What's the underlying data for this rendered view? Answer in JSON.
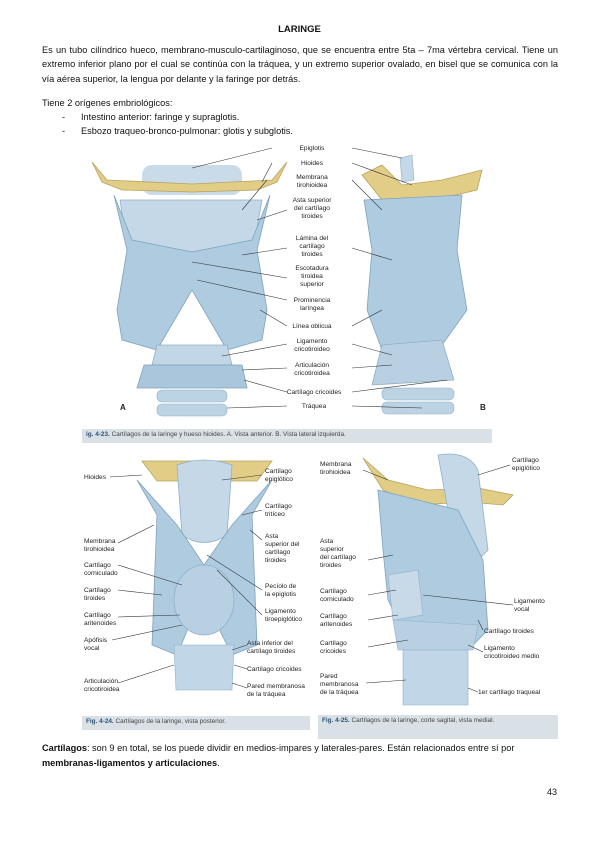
{
  "title": "LARINGE",
  "intro": "Es un tubo cilíndrico hueco, membrano-musculo-cartilaginoso, que se encuentra entre 5ta – 7ma vértebra cervical. Tiene un extremo inferior plano por el cual se continúa con la tráquea, y un extremo superior ovalado, en bisel que se comunica con la vía aérea superior, la lengua por delante y la faringe por detrás.",
  "origins_heading": "Tiene 2 orígenes embriológicos:",
  "origins": [
    "Intestino anterior: faringe y supraglotis.",
    "Esbozo traqueo-bronco-pulmonar: glotis y subglotis."
  ],
  "fig423": {
    "labels": {
      "epiglotis": "Epiglotis",
      "hioides": "Hioides",
      "membrana": [
        "Membrana",
        "tirohioidea"
      ],
      "asta_superior": [
        "Asta superior",
        "del cartílago",
        "tiroides"
      ],
      "lamina": [
        "Lámina del",
        "cartílago",
        "tiroides"
      ],
      "escotadura": [
        "Escotadura",
        "tiroidea",
        "superior"
      ],
      "prominencia": [
        "Prominencia",
        "laríngea"
      ],
      "linea_oblicua": "Línea oblicua",
      "ligamento": [
        "Ligamento",
        "cricotiroideo"
      ],
      "articulacion": [
        "Articulación",
        "cricotiroidea"
      ],
      "cricoides": "Cartílago cricoides",
      "traquea": "Tráquea",
      "a": "A",
      "b": "B"
    },
    "caption_num": "ig. 4-23.",
    "caption_text": "Cartílagos de la laringe y hueso hioides. A. Vista anterior. B. Vista lateral izquierda."
  },
  "fig424": {
    "labels": {
      "hioides": "Hioides",
      "membrana": [
        "Membrana",
        "tirohioidea"
      ],
      "corniculado": [
        "Cartílago",
        "corniculado"
      ],
      "tiroides": [
        "Cartílago",
        "tiroides"
      ],
      "aritenoides": [
        "Cartílago",
        "aritenoides"
      ],
      "apofisis": [
        "Apófisis",
        "vocal"
      ],
      "articulacion": [
        "Articulación",
        "cricotiroidea"
      ],
      "epiglotico": [
        "Cartílago",
        "epiglótico"
      ],
      "triticeo": [
        "Cartílago",
        "tritíceo"
      ],
      "asta_superior": [
        "Asta",
        "superior del",
        "cartílago",
        "tiroides"
      ],
      "peciolo": [
        "Pecíolo de",
        "la epiglotis"
      ],
      "ligamento": [
        "Ligamento",
        "tiroepiglótico"
      ],
      "asta_inferior": [
        "Asta inferior del",
        "cartílago tiroides"
      ],
      "cricoides": "Cartílago cricoides",
      "pared": [
        "Pared membranosa",
        "de la tráquea"
      ]
    },
    "caption_num": "Fig. 4-24.",
    "caption_text": "Cartílagos de la laringe, vista posterior."
  },
  "fig425": {
    "labels": {
      "membrana": [
        "Membrana",
        "tirohioidea"
      ],
      "epiglotico": [
        "Cartílago",
        "epiglótico"
      ],
      "asta": [
        "Asta",
        "superior",
        "del cartílago",
        "tiroides"
      ],
      "corniculado": [
        "Cartílago",
        "corniculado"
      ],
      "aritenoides": [
        "Cartílago",
        "aritenoides"
      ],
      "cricoides": [
        "Cartílago",
        "cricoides"
      ],
      "pared": [
        "Pared",
        "membranosa",
        "de la tráquea"
      ],
      "lig_vocal": [
        "Ligamento",
        "vocal"
      ],
      "tiroides": "Cartílago tiroides",
      "lig_crico": [
        "Ligamento",
        "cricotiroideo medio"
      ],
      "traqueal": "1er cartílago traqueal"
    },
    "caption_num": "Fig. 4-25.",
    "caption_text": "Cartílagos de la laringe, corte sagital, vista medial."
  },
  "closing_bold_1": "Cartílagos",
  "closing_text_1": ": son 9 en total, se los puede dividir en medios-impares y laterales-pares. Están relacionados entre sí por",
  "closing_bold_2": "membranas-ligamentos y articulaciones",
  "closing_text_2": ".",
  "page_number": "43",
  "colors": {
    "cartilage": "#b7cfe2",
    "cartilage_dark": "#8fb0c9",
    "bone": "#e2cd87",
    "caption_bg": "#d9e1e7"
  }
}
